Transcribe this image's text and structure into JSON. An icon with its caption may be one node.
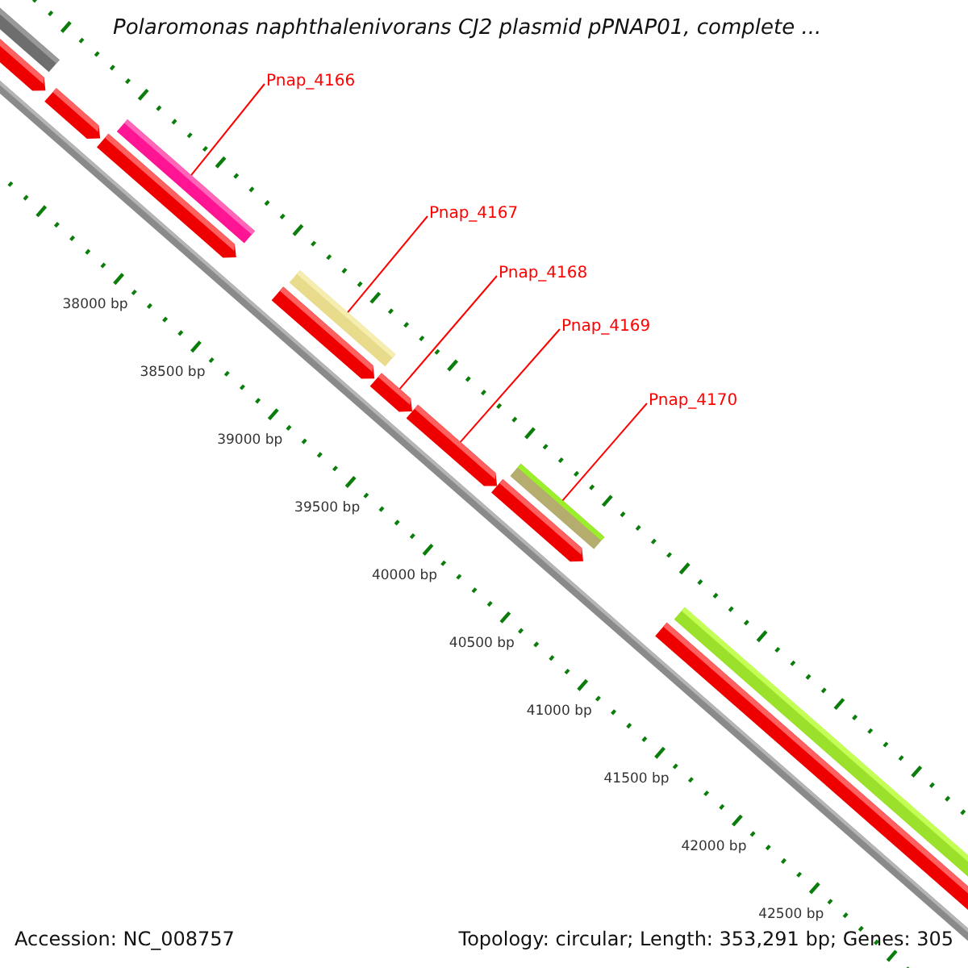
{
  "diagram": {
    "title": "Polaromonas naphthalenivorans CJ2 plasmid pPNAP01, complete ...",
    "nodes": [
      {
        "text": [
          "Pnap_4166"
        ]
      },
      {
        "text": [
          "Pnap_4167"
        ]
      },
      {
        "text": [
          "Pnap_4168"
        ]
      },
      {
        "text": [
          "Pnap_4169"
        ]
      },
      {
        "text": [
          "Pnap_4170"
        ]
      },
      {
        "text": [],
        "shape": "bar"
      },
      {
        "text": [],
        "shape": "bar"
      },
      {
        "text": [],
        "shape": "bar"
      },
      {
        "text": [],
        "shape": "bar"
      },
      {
        "text": [],
        "shape": "bar"
      }
    ],
    "edges": [
      {
        "from": 0,
        "to": 5,
        "arrow": "none"
      },
      {
        "from": 1,
        "to": 6,
        "arrow": "none"
      },
      {
        "from": 2,
        "to": 7,
        "arrow": "none"
      },
      {
        "from": 3,
        "to": 8,
        "arrow": "none"
      },
      {
        "from": 4,
        "to": 9,
        "arrow": "none"
      }
    ],
    "labels": [
      "38000 bp",
      "38500 bp",
      "39000 bp",
      "39500 bp",
      "40000 bp",
      "40500 bp",
      "41000 bp",
      "41500 bp",
      "42000 bp",
      "42500 bp",
      "Accession: NC_008757",
      "Topology: circular; Length: 353,291 bp; Genes: 305"
    ]
  }
}
